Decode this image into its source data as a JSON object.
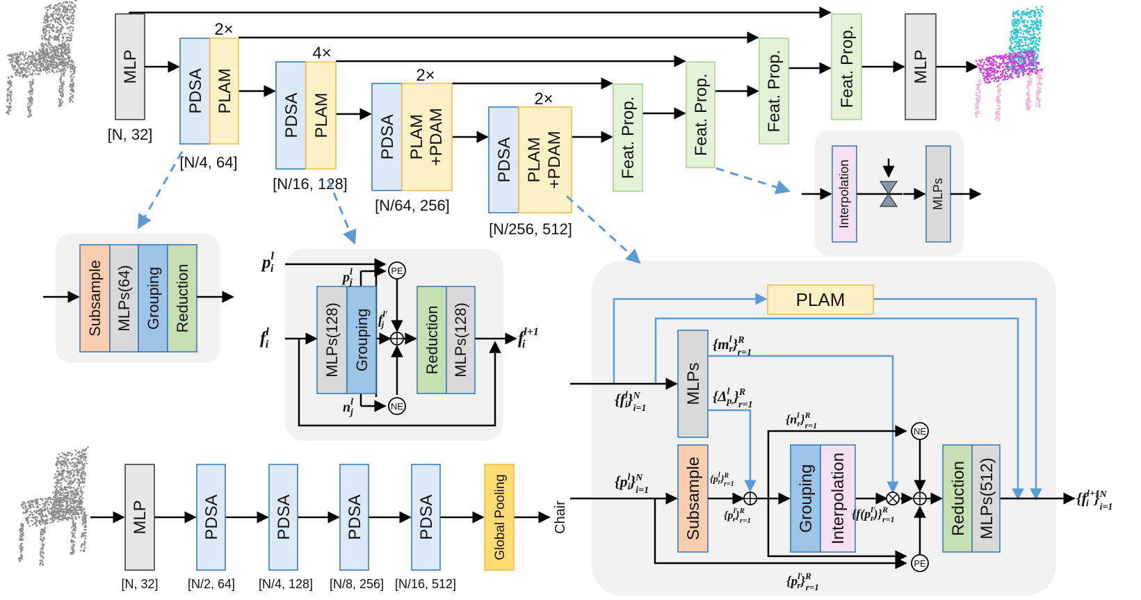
{
  "colors": {
    "mlp": "#e7e7e7",
    "pdsa": "#dceaf7",
    "plam": "#fff1c6",
    "featprop": "#e3f3d8",
    "subsample": "#f9cdb0",
    "grouping": "#9dc3e6",
    "reduction": "#c6e0b4",
    "interp": "#f6e0f3",
    "pooling": "#ffdd73",
    "blue_line": "#5b9bd5",
    "panel": "#f2f2f2"
  },
  "labels": {
    "mlp": "MLP",
    "pdsa": "PDSA",
    "plam": "PLAM",
    "plam_pdam_1": "PLAM",
    "plam_pdam_2": "+PDAM",
    "feat_prop": "Feat. Prop.",
    "mlps": "MLPs",
    "mlps64": "MLPs(64)",
    "mlps128": "MLPs(128)",
    "mlps512": "MLPs(512)",
    "subsample": "Subsample",
    "grouping": "Grouping",
    "reduction": "Reduction",
    "interpolation": "Interpolation",
    "global_pooling": "Global Pooling",
    "chair": "Chair",
    "pe": "PE",
    "ne": "NE"
  },
  "multipliers": {
    "m2a": "2×",
    "m4": "4×",
    "m2b": "2×",
    "m2c": "2×"
  },
  "dims": {
    "n32_top": "[N, 32]",
    "n4_64": "[N/4, 64]",
    "n16_128": "[N/16, 128]",
    "n64_256": "[N/64, 256]",
    "n256_512": "[N/256, 512]",
    "n32_bottom": "[N, 32]",
    "n2_64": "[N/2, 64]",
    "n4_128": "[N/4, 128]",
    "n8_256": "[N/8, 256]",
    "n16_512": "[N/16, 512]"
  },
  "math": {
    "p": "p",
    "f": "f",
    "n": "n",
    "m": "m",
    "sup_l": "l",
    "sub_i": "i",
    "sub_j": "j",
    "sub_r": "r",
    "sup_l_prime": "l′",
    "sup_l1": "l+1",
    "lbrace": "{",
    "rbrace": "}",
    "delta": "Δ",
    "p_r_sub": "pᵣ",
    "lim_i1": "i=1",
    "lim_r1": "r=1",
    "sup_N": "N",
    "sup_R": "R",
    "f_of": "f(",
    "close_paren": ")"
  }
}
